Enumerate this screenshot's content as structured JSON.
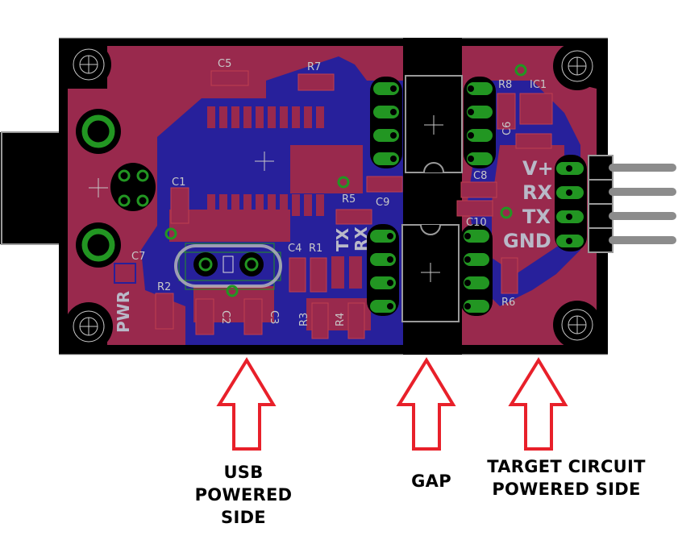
{
  "diagram": {
    "title": "Isolated USB-to-serial adapter PCB layout",
    "colors": {
      "background": "#ffffff",
      "board_outline": "#000000",
      "top_copper": "#99294d",
      "bottom_copper": "#27209b",
      "pad_green": "#229622",
      "silkscreen": "#c8c8c8",
      "arrow_red": "#e8202a",
      "caption_text": "#000000"
    },
    "components": [
      {
        "ref": "C1"
      },
      {
        "ref": "C2"
      },
      {
        "ref": "C3"
      },
      {
        "ref": "C4"
      },
      {
        "ref": "C5"
      },
      {
        "ref": "C6"
      },
      {
        "ref": "C7"
      },
      {
        "ref": "C8"
      },
      {
        "ref": "C9"
      },
      {
        "ref": "C10"
      },
      {
        "ref": "R1"
      },
      {
        "ref": "R2"
      },
      {
        "ref": "R3"
      },
      {
        "ref": "R4"
      },
      {
        "ref": "R5"
      },
      {
        "ref": "R6"
      },
      {
        "ref": "R7"
      },
      {
        "ref": "R8"
      },
      {
        "ref": "IC1"
      }
    ],
    "silk_labels": {
      "pwr": "PWR",
      "tx_led": "TX",
      "rx_led": "RX",
      "header_pins": [
        "V+",
        "RX",
        "TX",
        "GND"
      ]
    },
    "annotations": [
      {
        "id": "usb-side",
        "lines": [
          "USB",
          "POWERED",
          "SIDE"
        ]
      },
      {
        "id": "gap",
        "lines": [
          "GAP"
        ]
      },
      {
        "id": "target-side",
        "lines": [
          "TARGET CIRCUIT",
          "POWERED SIDE"
        ]
      }
    ]
  }
}
